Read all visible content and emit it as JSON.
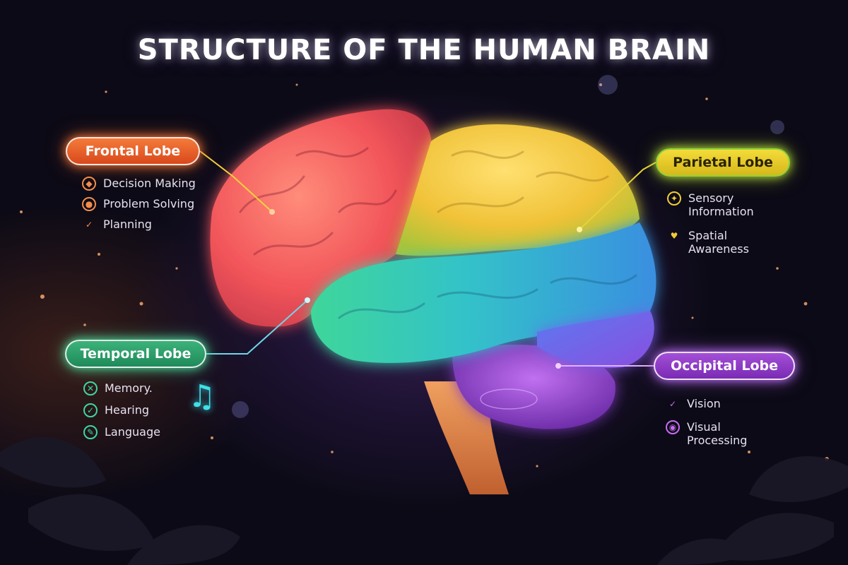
{
  "title": "STRUCTURE OF THE HUMAN BRAIN",
  "lobes": {
    "frontal": {
      "label": "Frontal Lobe",
      "color": "#e8622a",
      "features": [
        "Decision Making",
        "Problem Solving",
        "Planning"
      ]
    },
    "temporal": {
      "label": "Temporal Lobe",
      "color": "#2fa874",
      "features": [
        "Memory.",
        "Hearing",
        "Language"
      ]
    },
    "parietal": {
      "label": "Parietal Lobe",
      "color": "#e6c92a",
      "features": [
        "Sensory\nInformation",
        "Spatial\nAwareness"
      ]
    },
    "occipital": {
      "label": "Occipital Lobe",
      "color": "#9a45d2",
      "features": [
        "Vision",
        "Visual\nProcessing"
      ]
    }
  },
  "icons": {
    "frontal": [
      "brain-icon",
      "puzzle-icon",
      "checklist-icon"
    ],
    "temporal": [
      "memory-icon",
      "hearing-icon",
      "language-icon"
    ],
    "parietal": [
      "lightbulb-icon",
      "hand-icon"
    ],
    "occipital": [
      "eye-icon",
      "visual-processing-icon"
    ],
    "decor": "music-note-icon"
  }
}
